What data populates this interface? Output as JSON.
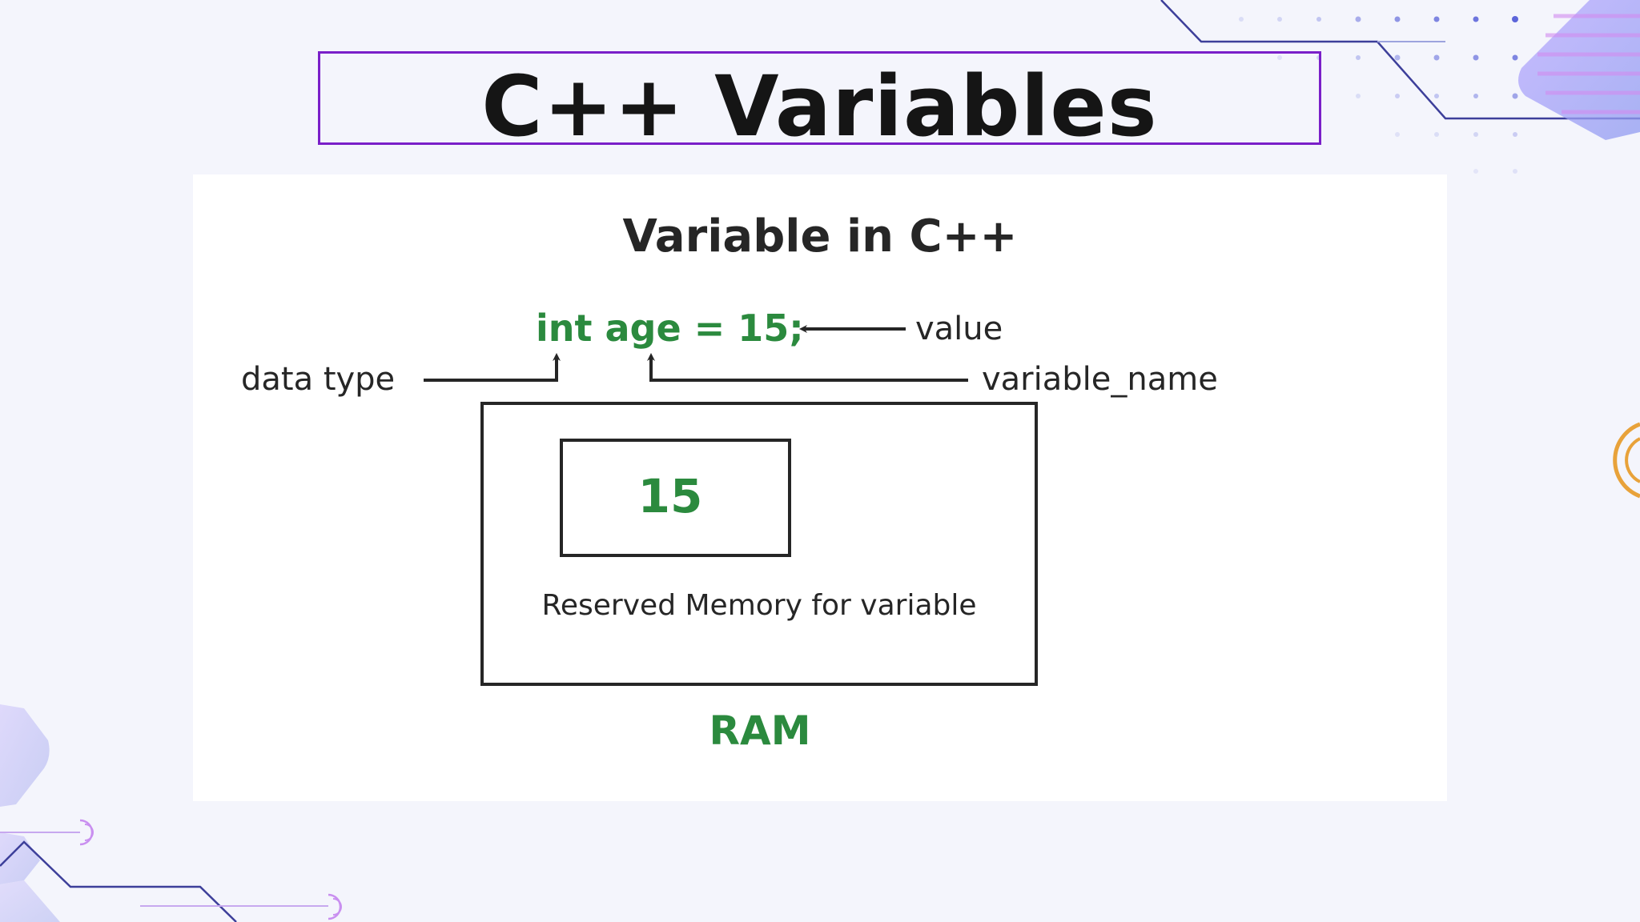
{
  "slide": {
    "title": "C++ Variables"
  },
  "diagram": {
    "heading": "Variable in C++",
    "code_line": "int age = 15;",
    "label_value": "value",
    "label_data_type": "data type",
    "label_variable_name": "variable_name",
    "memory_value": "15",
    "memory_caption": "Reserved Memory for variable",
    "ram_label": "RAM"
  },
  "colors": {
    "title_border": "#7a1fc9",
    "code_green": "#2b8a3e",
    "dark_text": "#262626"
  }
}
